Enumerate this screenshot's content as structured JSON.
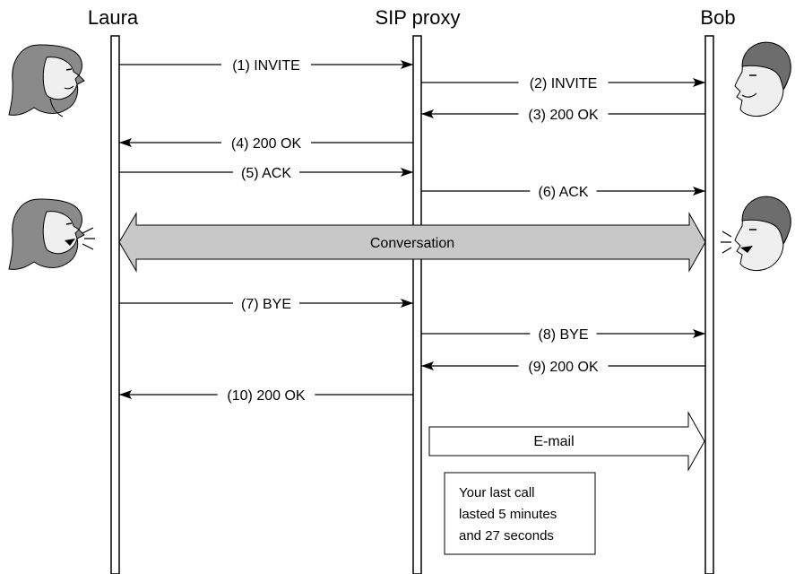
{
  "participants": {
    "laura": "Laura",
    "proxy": "SIP proxy",
    "bob": "Bob"
  },
  "messages": [
    {
      "id": 1,
      "label": "(1) INVITE",
      "from": "laura",
      "to": "proxy"
    },
    {
      "id": 2,
      "label": "(2) INVITE",
      "from": "proxy",
      "to": "bob"
    },
    {
      "id": 3,
      "label": "(3) 200 OK",
      "from": "bob",
      "to": "proxy"
    },
    {
      "id": 4,
      "label": "(4) 200 OK",
      "from": "proxy",
      "to": "laura"
    },
    {
      "id": 5,
      "label": "(5) ACK",
      "from": "laura",
      "to": "proxy"
    },
    {
      "id": 6,
      "label": "(6) ACK",
      "from": "proxy",
      "to": "bob"
    },
    {
      "id": 7,
      "label": "(7) BYE",
      "from": "laura",
      "to": "proxy"
    },
    {
      "id": 8,
      "label": "(8) BYE",
      "from": "proxy",
      "to": "bob"
    },
    {
      "id": 9,
      "label": "(9) 200 OK",
      "from": "bob",
      "to": "proxy"
    },
    {
      "id": 10,
      "label": "(10) 200 OK",
      "from": "proxy",
      "to": "laura"
    }
  ],
  "conversation": {
    "label": "Conversation",
    "fill": "#c8c8c8"
  },
  "email": {
    "label": "E-mail"
  },
  "note": {
    "line1": "Your last call",
    "line2": "lasted 5 minutes",
    "line3": "and 27 seconds"
  },
  "icons": {
    "laura_listening": "woman-face-icon",
    "laura_talking": "woman-talking-icon",
    "bob_listening": "man-face-icon",
    "bob_talking": "man-talking-icon"
  }
}
